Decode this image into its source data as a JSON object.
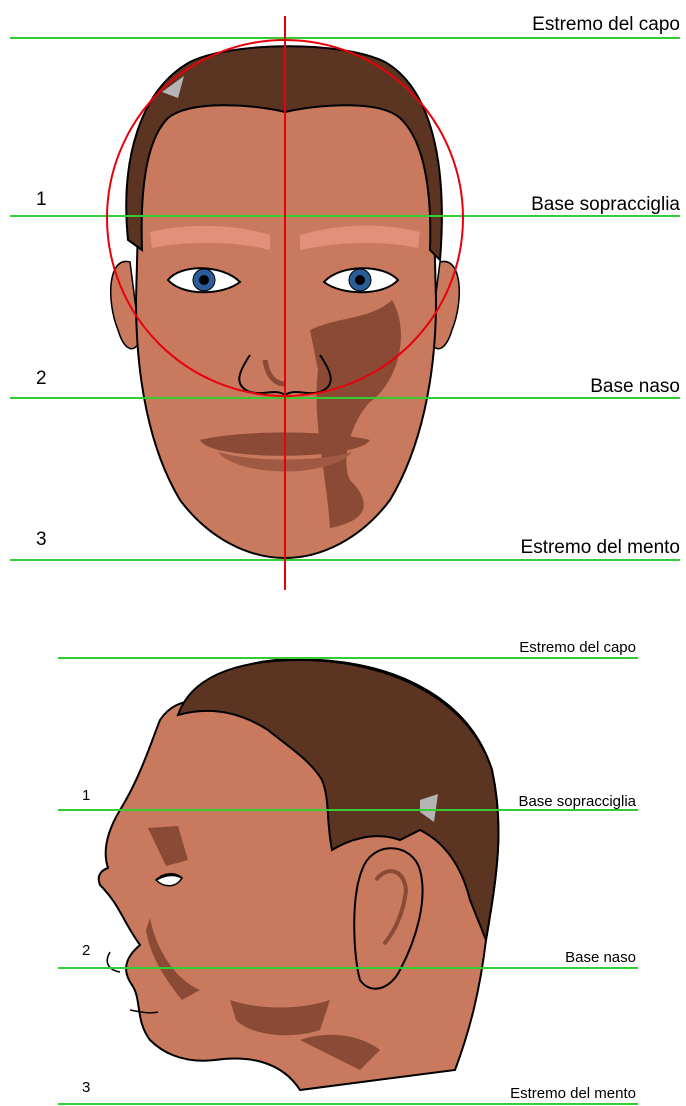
{
  "front_view": {
    "lines": [
      {
        "number": "",
        "label": "Estremo del capo"
      },
      {
        "number": "1",
        "label": "Base sopracciglia"
      },
      {
        "number": "2",
        "label": "Base naso"
      },
      {
        "number": "3",
        "label": "Estremo del mento"
      }
    ]
  },
  "side_view": {
    "lines": [
      {
        "number": "",
        "label": "Estremo del capo"
      },
      {
        "number": "1",
        "label": "Base sopracciglia"
      },
      {
        "number": "2",
        "label": "Base naso"
      },
      {
        "number": "3",
        "label": "Estremo del mento"
      }
    ]
  },
  "colors": {
    "guide_line": "#33cc33",
    "center_axis": "#e8000b",
    "skin": "#c8795e",
    "skin_shadow": "#8a4a35",
    "hair": "#5b3422",
    "eye_iris": "#2a5d9a"
  }
}
